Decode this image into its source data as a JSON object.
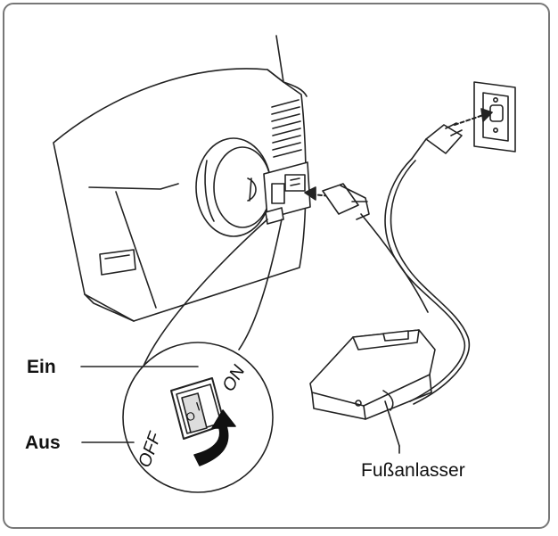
{
  "labels": {
    "on_callout": "Ein",
    "off_callout": "Aus",
    "foot_control": "Fußanlasser",
    "switch_on": "ON",
    "switch_off": "OFF",
    "switch_i": "I",
    "switch_o": "O"
  },
  "colors": {
    "line": "#222222",
    "frame": "#777777",
    "arrow": "#111111"
  }
}
